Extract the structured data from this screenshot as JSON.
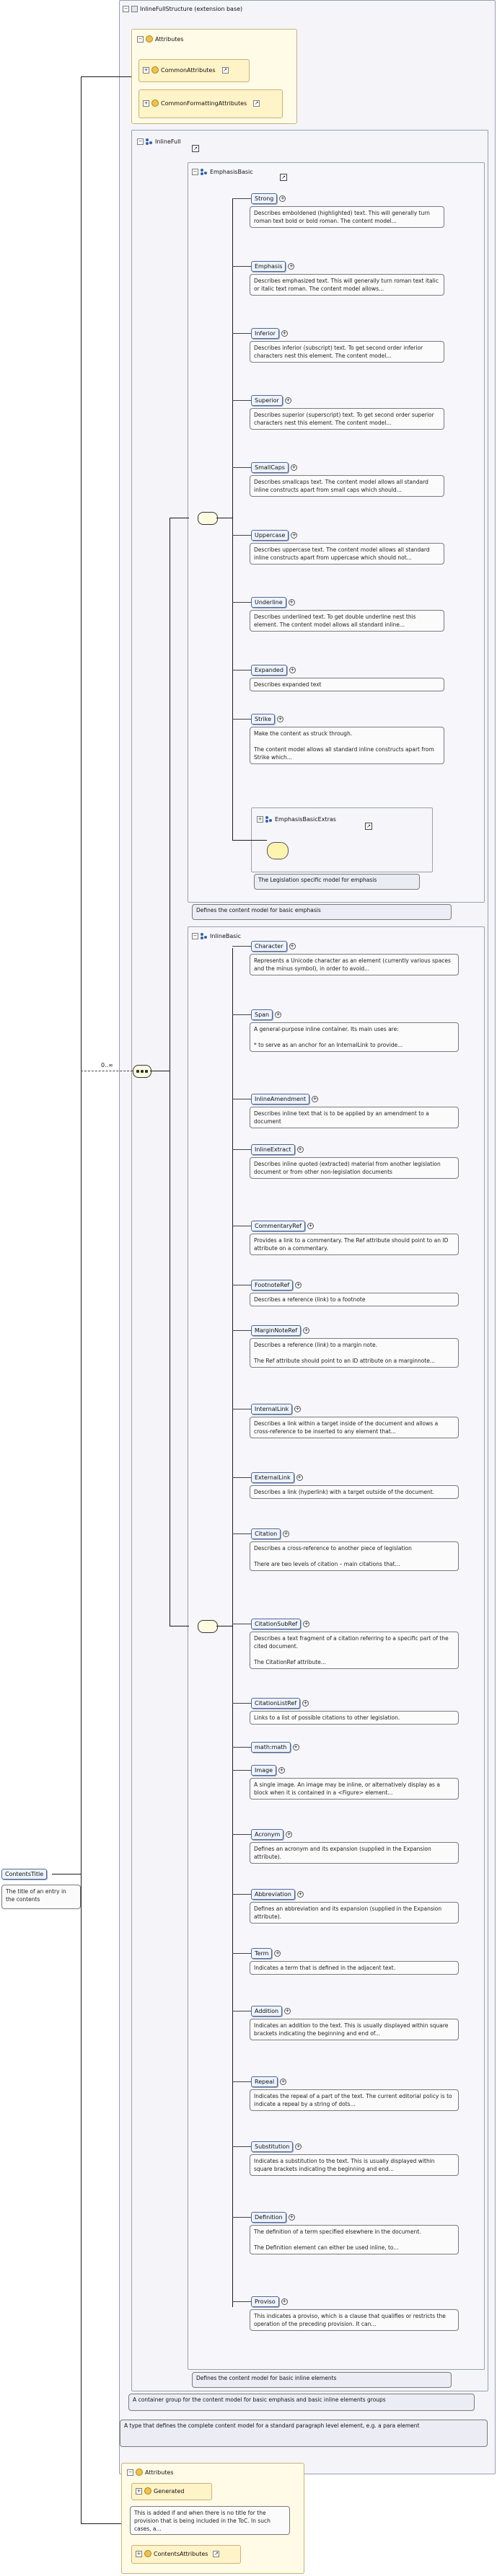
{
  "root": {
    "title": "InlineFullStructure (extension base)",
    "attributes_label": "Attributes",
    "common_attributes": "CommonAttributes",
    "common_formatting": "CommonFormattingAttributes"
  },
  "contents_title": {
    "label": "ContentsTitle",
    "doc": "The title of an entry in the contents"
  },
  "inline_full": {
    "label": "InlineFull"
  },
  "emphasis": {
    "label": "EmphasisBasic",
    "elements": [
      {
        "label": "Strong",
        "doc": "Describes emboldened (highlighted) text. This will generally turn roman text bold or bold roman. The content model..."
      },
      {
        "label": "Emphasis",
        "doc": "Describes emphasized text. This will generally turn roman text italic or italic text roman. The content model allows..."
      },
      {
        "label": "Inferior",
        "doc": "Describes inferior (subscript) text. To get second order inferior characters nest this element. The content model..."
      },
      {
        "label": "Superior",
        "doc": "Describes superior (superscript) text. To get second order superior characters nest this element. The content model..."
      },
      {
        "label": "SmallCaps",
        "doc": "Describes smallcaps text. The content model allows all standard inline constructs apart from small caps which should..."
      },
      {
        "label": "Uppercase",
        "doc": "Describes uppercase text. The content model allows all standard inline constructs apart from uppercase which should not..."
      },
      {
        "label": "Underline",
        "doc": "Describes underlined text. To get double underline nest this element. The content model allows all standard inline..."
      },
      {
        "label": "Expanded",
        "doc": "Describes expanded text"
      },
      {
        "label": "Strike",
        "doc": "Make the content as struck through.\n\nThe content model allows all standard inline constructs apart from Strike which..."
      }
    ],
    "extras_label": "EmphasisBasicExtras",
    "extras_doc": "The Legislation specific model for emphasis",
    "group_doc": "Defines the content model for basic emphasis"
  },
  "inline_basic": {
    "label": "InlineBasic",
    "elements": [
      {
        "label": "Character",
        "doc": "Represents a Unicode character as an element (currently various spaces and the minus symbol), in order to avoid..."
      },
      {
        "label": "Span",
        "doc": "A general-purpose inline container. Its main uses are:\n\n * to serve as an anchor for an InternalLink to provide..."
      },
      {
        "label": "InlineAmendment",
        "doc": "Describes inline text that is to be applied by an amendment to a document"
      },
      {
        "label": "InlineExtract",
        "doc": "Describes inline quoted (extracted) material from another legislation document or from other non-legislation documents"
      },
      {
        "label": "CommentaryRef",
        "doc": "Provides a link to a commentary. The Ref attribute should point to an ID attribute on a commentary."
      },
      {
        "label": "FootnoteRef",
        "doc": "Describes a reference (link) to a footnote"
      },
      {
        "label": "MarginNoteRef",
        "doc": "Describes a reference (link) to a margin note.\n\nThe Ref attribute should point to an ID attribute on a marginnote..."
      },
      {
        "label": "InternalLink",
        "doc": "Describes a link within a target inside of the document and allows a cross-reference to be inserted to any element that..."
      },
      {
        "label": "ExternalLink",
        "doc": "Describes a link (hyperlink) with a target outside of the document."
      },
      {
        "label": "Citation",
        "doc": "Describes a cross-reference to another piece of legislation\n\nThere are two levels of citation – main citations that..."
      },
      {
        "label": "CitationSubRef",
        "doc": "Describes a text fragment of a citation referring to a specific part of the cited document.\n\nThe CitationRef attribute..."
      },
      {
        "label": "CitationListRef",
        "doc": "Links to a list of possible citations to other legislation."
      },
      {
        "label": "math:math",
        "doc": ""
      },
      {
        "label": "Image",
        "doc": "A single image. An image may be inline, or alternatively display as a block when it is contained in a <Figure> element..."
      },
      {
        "label": "Acronym",
        "doc": "Defines an acronym and its expansion (supplied in the Expansion attribute)."
      },
      {
        "label": "Abbreviation",
        "doc": "Defines an abbreviation and its expansion (supplied in the Expansion attribute)."
      },
      {
        "label": "Term",
        "doc": "Indicates a term that is defined in the adjacent text."
      },
      {
        "label": "Addition",
        "doc": "Indicates an addition to the text. This is usually displayed within square brackets indicating the beginning and end of..."
      },
      {
        "label": "Repeal",
        "doc": "Indicates the repeal of a part of the text. The current editorial policy is to indicate a repeal by a string of dots..."
      },
      {
        "label": "Substitution",
        "doc": "Indicates a substitution to the text. This is usually displayed within square brackets indicating the beginning and end..."
      },
      {
        "label": "Definition",
        "doc": "The definition of a term specified elsewhere in the document.\n\nThe Definition element can either be used inline, to..."
      },
      {
        "label": "Proviso",
        "doc": "This indicates a proviso, which is a clause that qualifies or restricts the operation of the preceding provision. It can..."
      }
    ],
    "group_doc": "Defines the content model for basic inline elements"
  },
  "inline_full_doc": "A container group for the content model for basic emphasis and basic inline elements groups",
  "type_doc": "A type that defines the complete content model for a standard paragraph level element, e.g. a para element",
  "bottom": {
    "attributes_label": "Attributes",
    "generated": "Generated",
    "generated_doc": "This is added if and when there is no title for the provision that is being included in the ToC. In such cases, a...",
    "contents_attributes": "ContentsAttributes"
  },
  "cardinality": "0..∞"
}
